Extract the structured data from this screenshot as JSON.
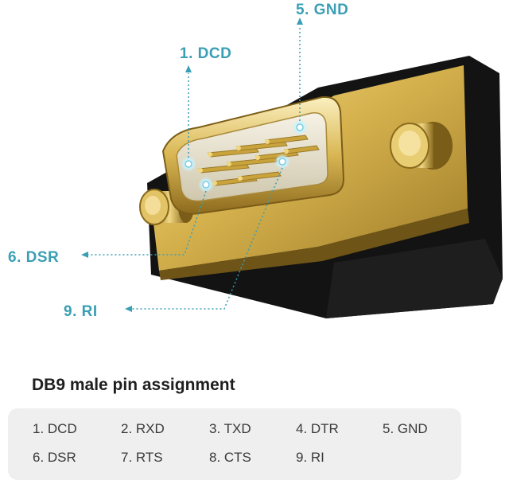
{
  "callouts": {
    "pin1": "1. DCD",
    "pin5": "5. GND",
    "pin6": "6. DSR",
    "pin9": "9. RI",
    "color": "#3a9fb5"
  },
  "title": "DB9 male pin assignment",
  "pin_table": {
    "rows": [
      [
        "1. DCD",
        "2. RXD",
        "3. TXD",
        "4. DTR",
        "5. GND"
      ],
      [
        "6. DSR",
        "7. RTS",
        "8. CTS",
        "9. RI"
      ]
    ]
  },
  "colors": {
    "gold": "#d4b04a",
    "gold_dark": "#8a6a1c",
    "body": "#121212",
    "panel": "#efefef"
  }
}
